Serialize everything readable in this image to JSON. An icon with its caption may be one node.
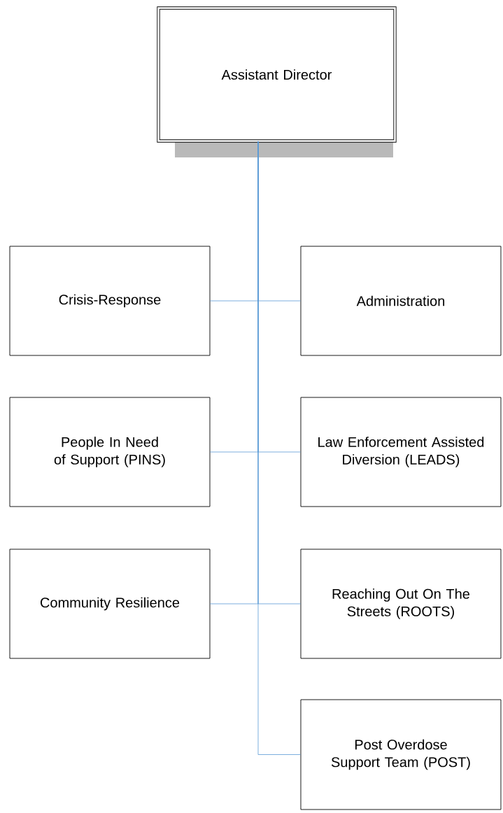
{
  "diagram": {
    "nodes": [
      {
        "text": [
          "Assistant Director"
        ]
      },
      {
        "text": [
          "Crisis-Response"
        ]
      },
      {
        "text": [
          "Administration"
        ]
      },
      {
        "text": [
          "People In Need of Support (PINS)"
        ]
      },
      {
        "text": [
          "Law Enforcement Assisted Diversion (LEADS)"
        ]
      },
      {
        "text": [
          "Community Resilience"
        ]
      },
      {
        "text": [
          "Reaching Out On The Streets (ROOTS)"
        ]
      },
      {
        "text": [
          "Post Overdose Support Team (POST)"
        ]
      }
    ],
    "edges": [
      {
        "from": 0,
        "to": 1,
        "arrow": "none"
      },
      {
        "from": 0,
        "to": 2,
        "arrow": "none"
      },
      {
        "from": 0,
        "to": 3,
        "arrow": "none"
      },
      {
        "from": 0,
        "to": 4,
        "arrow": "none"
      },
      {
        "from": 0,
        "to": 5,
        "arrow": "none"
      },
      {
        "from": 0,
        "to": 6,
        "arrow": "none"
      },
      {
        "from": 0,
        "to": 7,
        "arrow": "none"
      }
    ]
  }
}
